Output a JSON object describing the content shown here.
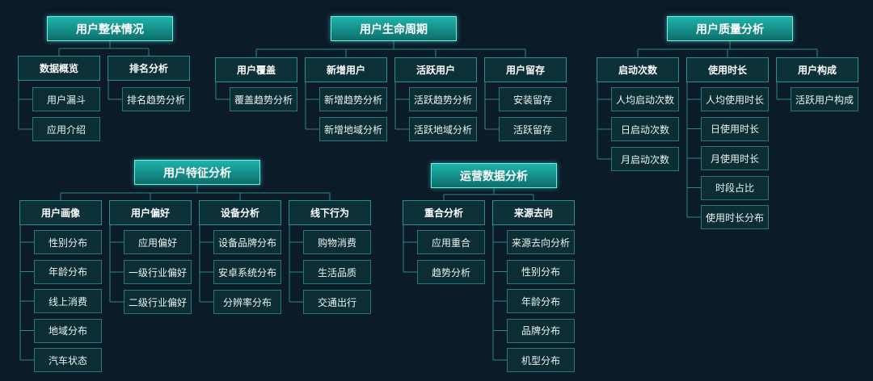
{
  "groups": [
    {
      "title": "用户整体情况",
      "categories": [
        {
          "label": "数据概览",
          "items": [
            "用户漏斗",
            "应用介绍"
          ]
        },
        {
          "label": "排名分析",
          "items": [
            "排名趋势分析"
          ]
        }
      ]
    },
    {
      "title": "用户生命周期",
      "categories": [
        {
          "label": "用户覆盖",
          "items": [
            "覆盖趋势分析"
          ]
        },
        {
          "label": "新增用户",
          "items": [
            "新增趋势分析",
            "新增地域分析"
          ]
        },
        {
          "label": "活跃用户",
          "items": [
            "活跃趋势分析",
            "活跃地域分析"
          ]
        },
        {
          "label": "用户留存",
          "items": [
            "安装留存",
            "活跃留存"
          ]
        }
      ]
    },
    {
      "title": "用户质量分析",
      "categories": [
        {
          "label": "启动次数",
          "items": [
            "人均启动次数",
            "日启动次数",
            "月启动次数"
          ]
        },
        {
          "label": "使用时长",
          "items": [
            "人均使用时长",
            "日使用时长",
            "月使用时长",
            "时段占比",
            "使用时长分布"
          ]
        },
        {
          "label": "用户构成",
          "items": [
            "活跃用户构成"
          ]
        }
      ]
    },
    {
      "title": "用户特征分析",
      "categories": [
        {
          "label": "用户画像",
          "items": [
            "性别分布",
            "年龄分布",
            "线上消费",
            "地域分布",
            "汽车状态"
          ]
        },
        {
          "label": "用户偏好",
          "items": [
            "应用偏好",
            "一级行业偏好",
            "二级行业偏好"
          ]
        },
        {
          "label": "设备分析",
          "items": [
            "设备品牌分布",
            "安卓系统分布",
            "分辨率分布"
          ]
        },
        {
          "label": "线下行为",
          "items": [
            "购物消费",
            "生活品质",
            "交通出行"
          ]
        }
      ]
    },
    {
      "title": "运营数据分析",
      "categories": [
        {
          "label": "重合分析",
          "items": [
            "应用重合",
            "趋势分析"
          ]
        },
        {
          "label": "来源去向",
          "items": [
            "来源去向分析",
            "性别分布",
            "年龄分布",
            "品牌分布",
            "机型分布"
          ]
        }
      ]
    }
  ]
}
